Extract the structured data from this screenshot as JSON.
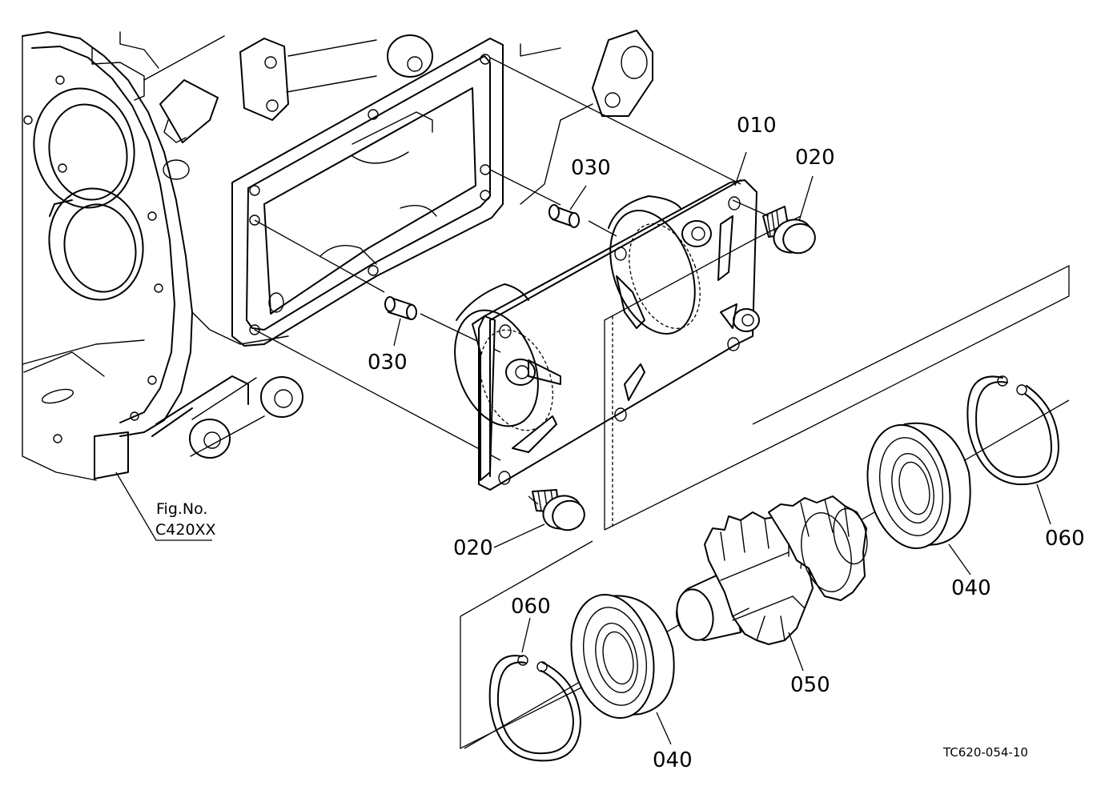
{
  "figure_reference": {
    "line1": "Fig.No.",
    "line2": "C420XX"
  },
  "drawing_code": "TC620-054-10",
  "callouts": {
    "p010": "010",
    "p020_top": "020",
    "p020_bottom": "020",
    "p030_top": "030",
    "p030_bottom": "030",
    "p040_right": "040",
    "p040_left": "040",
    "p050": "050",
    "p060_right": "060",
    "p060_left": "060"
  }
}
